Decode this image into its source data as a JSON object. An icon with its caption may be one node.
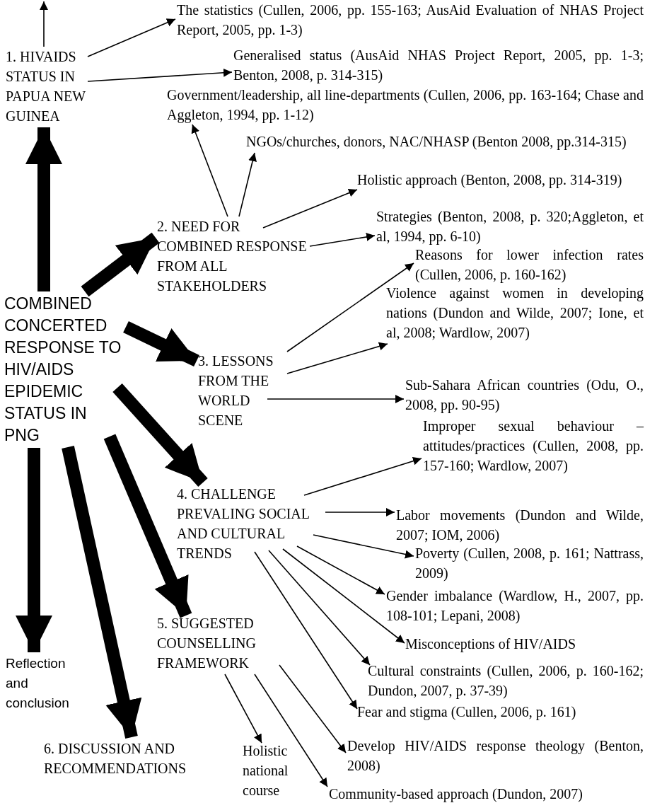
{
  "diagram": {
    "nodes": [
      {
        "text": [
          "COMBINED CONCERTED RESPONSE TO HIV/AIDS EPIDEMIC STATUS IN PNG"
        ]
      },
      {
        "text": [
          "1. HIVAIDS STATUS IN PAPUA NEW GUINEA"
        ]
      },
      {
        "text": [
          "The statistics (Cullen, 2006, pp. 155-163; AusAid Evaluation of NHAS Project Report, 2005, pp. 1-3)"
        ]
      },
      {
        "text": [
          "Generalised status (AusAid NHAS Project Report, 2005, pp. 1-3; Benton, 2008, p. 314-315)"
        ]
      },
      {
        "text": [
          "Government/leadership, all line-departments (Cullen, 2006, pp. 163-164; Chase and Aggleton, 1994, pp. 1-12)"
        ]
      },
      {
        "text": [
          "NGOs/churches, donors, NAC/NHASP (Benton 2008, pp.314-315)"
        ]
      },
      {
        "text": [
          "Holistic approach (Benton, 2008, pp. 314-319)"
        ]
      },
      {
        "text": [
          "2. NEED FOR COMBINED RESPONSE FROM ALL STAKEHOLDERS"
        ]
      },
      {
        "text": [
          "Strategies (Benton, 2008, p. 320;Aggleton, et al, 1994, pp. 6-10)"
        ]
      },
      {
        "text": [
          "Reasons for lower infection rates (Cullen, 2006, p. 160-162)"
        ]
      },
      {
        "text": [
          "Violence against women in developing nations (Dundon and Wilde, 2007; Ione, et al, 2008; Wardlow, 2007)"
        ]
      },
      {
        "text": [
          "3. LESSONS FROM THE WORLD SCENE"
        ]
      },
      {
        "text": [
          "Sub-Sahara African countries (Odu, O., 2008, pp. 90-95)"
        ]
      },
      {
        "text": [
          "Improper sexual behaviour – attitudes/practices (Cullen, 2008, pp. 157-160; Wardlow, 2007)"
        ]
      },
      {
        "text": [
          "4. CHALLENGE PREVALING SOCIAL AND CULTURAL TRENDS"
        ]
      },
      {
        "text": [
          "Labor movements (Dundon and Wilde, 2007; IOM, 2006)"
        ]
      },
      {
        "text": [
          "Poverty (Cullen, 2008, p. 161; Nattrass, 2009)"
        ]
      },
      {
        "text": [
          "Gender imbalance (Wardlow, H., 2007, pp. 108-101; Lepani, 2008)"
        ]
      },
      {
        "text": [
          "Misconceptions of HIV/AIDS"
        ]
      },
      {
        "text": [
          "Cultural constraints (Cullen, 2006, p. 160-162; Dundon, 2007, p. 37-39)"
        ]
      },
      {
        "text": [
          "Fear and stigma (Cullen, 2006, p. 161)"
        ]
      },
      {
        "text": [
          "5. SUGGESTED COUNSELLING FRAMEWORK"
        ]
      },
      {
        "text": [
          "Develop HIV/AIDS response theology (Benton, 2008)"
        ]
      },
      {
        "text": [
          "Community-based approach (Dundon, 2007)"
        ]
      },
      {
        "text": [
          "Holistic national course"
        ]
      },
      {
        "text": [
          "Reflection and conclusion"
        ]
      },
      {
        "text": [
          "6. DISCUSSION AND RECOMMENDATIONS"
        ]
      }
    ],
    "edges": [
      {
        "from": 0,
        "to": 1,
        "arrow": "to",
        "style": "thick"
      },
      {
        "from": 0,
        "to": 7,
        "arrow": "to",
        "style": "thick"
      },
      {
        "from": 0,
        "to": 11,
        "arrow": "to",
        "style": "thick"
      },
      {
        "from": 0,
        "to": 14,
        "arrow": "to",
        "style": "thick"
      },
      {
        "from": 0,
        "to": 21,
        "arrow": "to",
        "style": "thick"
      },
      {
        "from": 0,
        "to": 25,
        "arrow": "to",
        "style": "thick"
      },
      {
        "from": 0,
        "to": 26,
        "arrow": "to",
        "style": "thick"
      },
      {
        "from": 1,
        "to": null,
        "arrow": "to"
      },
      {
        "from": 1,
        "to": 2,
        "arrow": "to"
      },
      {
        "from": 1,
        "to": 3,
        "arrow": "to"
      },
      {
        "from": 7,
        "to": 4,
        "arrow": "to"
      },
      {
        "from": 7,
        "to": 5,
        "arrow": "to"
      },
      {
        "from": 7,
        "to": 6,
        "arrow": "to"
      },
      {
        "from": 7,
        "to": 8,
        "arrow": "to"
      },
      {
        "from": 11,
        "to": 9,
        "arrow": "to"
      },
      {
        "from": 11,
        "to": 10,
        "arrow": "to"
      },
      {
        "from": 11,
        "to": 12,
        "arrow": "to"
      },
      {
        "from": 14,
        "to": 13,
        "arrow": "to"
      },
      {
        "from": 14,
        "to": 15,
        "arrow": "to"
      },
      {
        "from": 14,
        "to": 16,
        "arrow": "to"
      },
      {
        "from": 14,
        "to": 17,
        "arrow": "to"
      },
      {
        "from": 14,
        "to": 18,
        "arrow": "to"
      },
      {
        "from": 14,
        "to": 19,
        "arrow": "to"
      },
      {
        "from": 14,
        "to": 20,
        "arrow": "to"
      },
      {
        "from": 21,
        "to": 24,
        "arrow": "to"
      },
      {
        "from": 21,
        "to": 23,
        "arrow": "to"
      },
      {
        "from": 21,
        "to": 22,
        "arrow": "to"
      }
    ]
  }
}
